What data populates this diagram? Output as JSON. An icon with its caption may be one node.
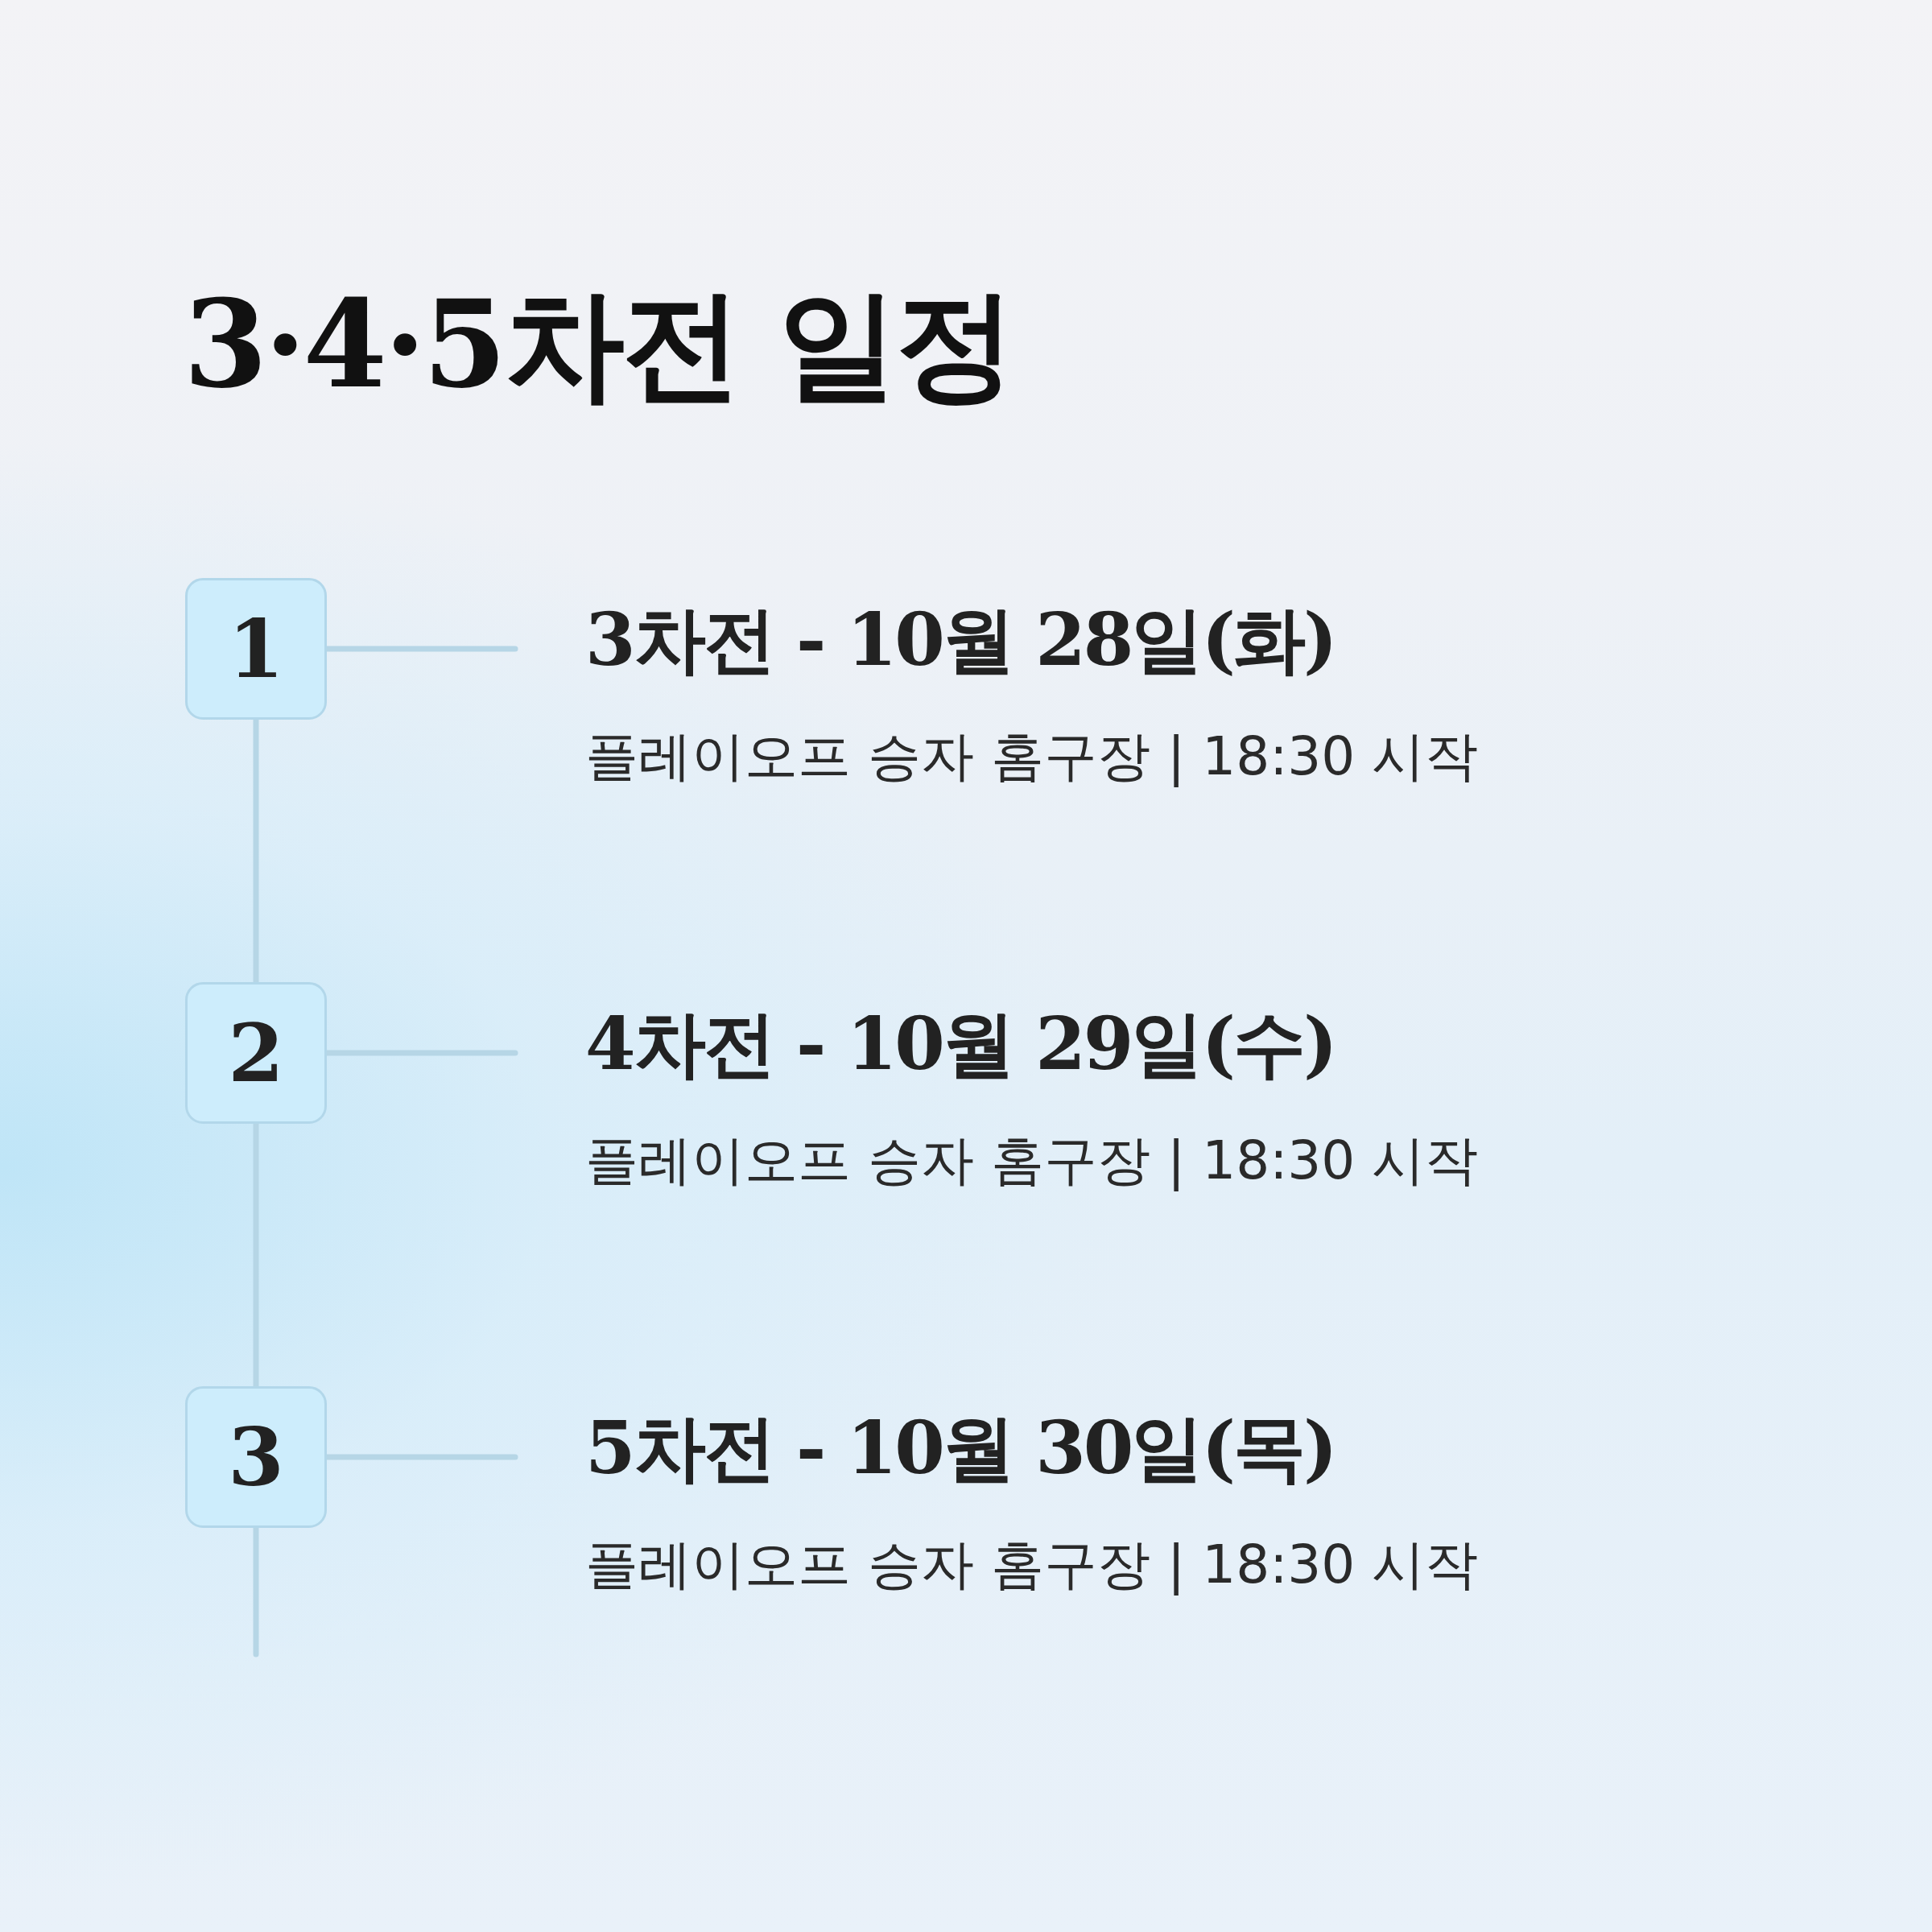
{
  "diagram": {
    "title": "3·4·5차전 일정",
    "nodes": [
      {
        "text": [
          "1"
        ]
      },
      {
        "text": [
          "3차전 - 10월 28일(화)",
          "플레이오프 승자 홈구장 | 18:30 시작"
        ]
      },
      {
        "text": [
          "2"
        ]
      },
      {
        "text": [
          "4차전 - 10월 29일(수)",
          "플레이오프 승자 홈구장 | 18:30 시작"
        ]
      },
      {
        "text": [
          "3"
        ]
      },
      {
        "text": [
          "5차전 - 10월 30일(목)",
          "플레이오프 승자 홈구장 | 18:30 시작"
        ]
      }
    ],
    "edges": [
      {
        "from": 0,
        "to": 1,
        "arrow": "none"
      },
      {
        "from": 0,
        "to": 2,
        "arrow": "none"
      },
      {
        "from": 2,
        "to": 3,
        "arrow": "none"
      },
      {
        "from": 2,
        "to": 4,
        "arrow": "none"
      },
      {
        "from": 4,
        "to": 5,
        "arrow": "none"
      },
      {
        "from": 4,
        "to": null,
        "arrow": "none"
      }
    ]
  }
}
